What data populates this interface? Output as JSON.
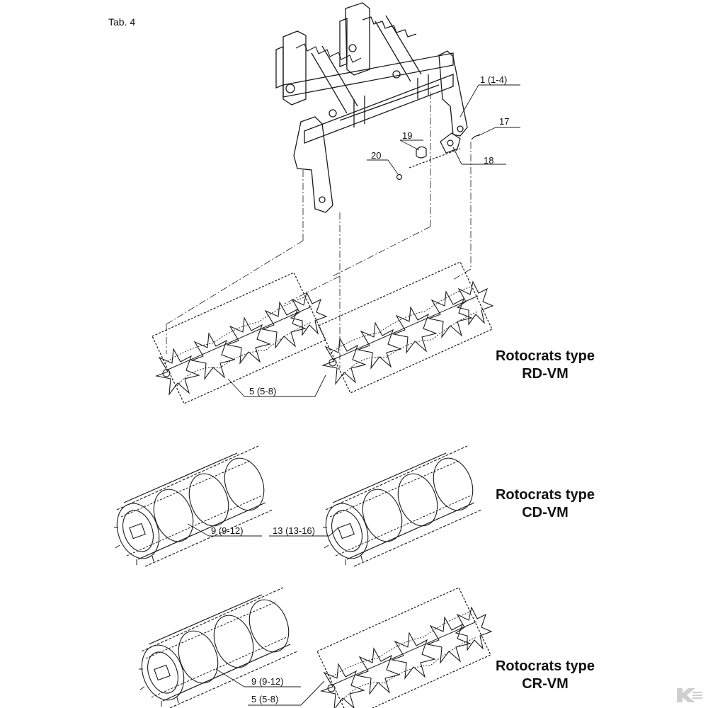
{
  "page": {
    "tab_title": "Tab. 4"
  },
  "callouts": {
    "c1": "1 (1-4)",
    "c17": "17",
    "c18": "18",
    "c19": "19",
    "c20": "20",
    "c5a": "5 (5-8)",
    "c9a": "9 (9-12)",
    "c13": "13 (13-16)",
    "c9b": "9 (9-12)",
    "c5b": "5 (5-8)"
  },
  "sections": [
    {
      "line1": "Rotocrats type",
      "line2": "RD-VM"
    },
    {
      "line1": "Rotocrats type",
      "line2": "CD-VM"
    },
    {
      "line1": "Rotocrats type",
      "line2": "CR-VM"
    }
  ],
  "colors": {
    "ink": "#1a1a1a",
    "watermark": "#cfcfcf"
  },
  "icons": {
    "watermark": "brand-watermark-icon"
  }
}
